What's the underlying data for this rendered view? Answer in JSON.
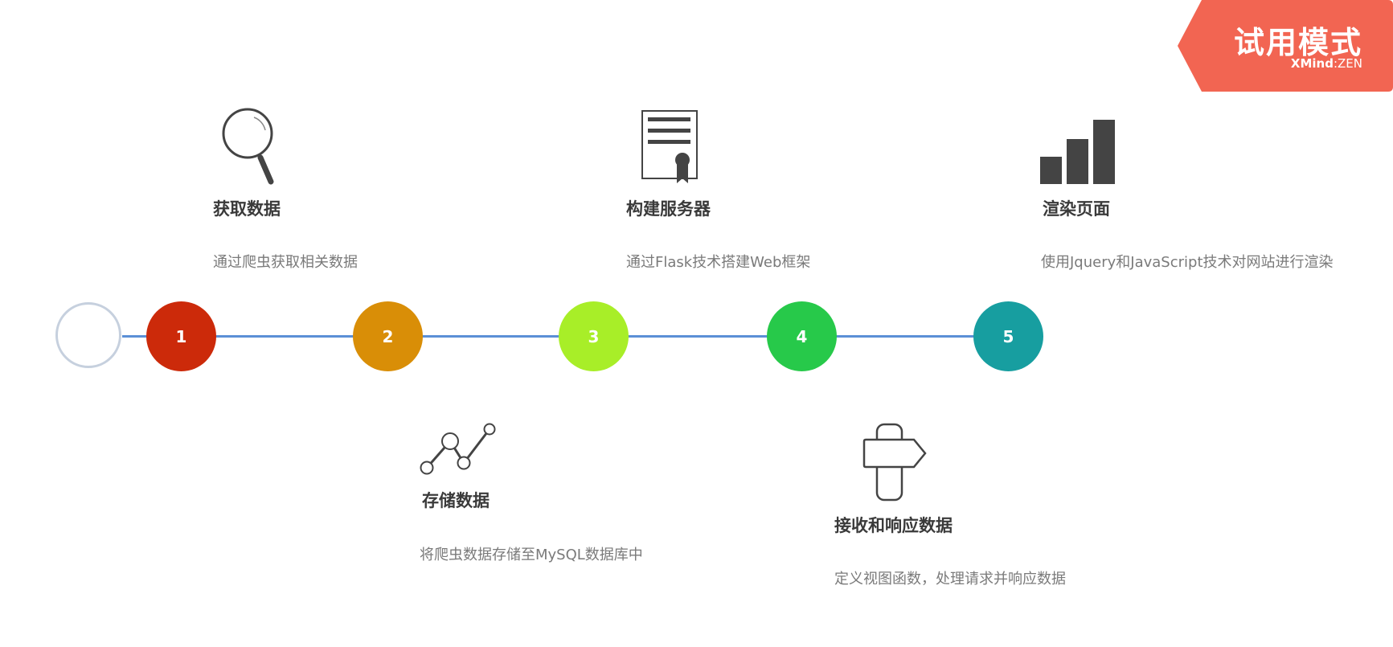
{
  "watermark": {
    "title": "试用模式",
    "brand_bold": "XMind",
    "brand_sep": ":",
    "brand_light": "ZEN",
    "color": "#f26552"
  },
  "timeline": {
    "line_color": "#5b8fd6",
    "start_circle_color": "#c6d0de",
    "steps": [
      {
        "number": "1",
        "color": "#cc2a0a",
        "icon": "magnifier-icon",
        "title": "获取数据",
        "desc": "通过爬虫获取相关数据"
      },
      {
        "number": "2",
        "color": "#d98e07",
        "icon": "line-chart-icon",
        "title": "存储数据",
        "desc": "将爬虫数据存储至MySQL数据库中"
      },
      {
        "number": "3",
        "color": "#a8ee28",
        "icon": "certificate-icon",
        "title": "构建服务器",
        "desc": "通过Flask技术搭建Web框架"
      },
      {
        "number": "4",
        "color": "#27c94a",
        "icon": "signpost-icon",
        "title": "接收和响应数据",
        "desc": "定义视图函数，处理请求并响应数据"
      },
      {
        "number": "5",
        "color": "#179ea0",
        "icon": "bar-chart-icon",
        "title": "渲染页面",
        "desc": "使用Jquery和JavaScript技术对网站进行渲染"
      }
    ]
  }
}
